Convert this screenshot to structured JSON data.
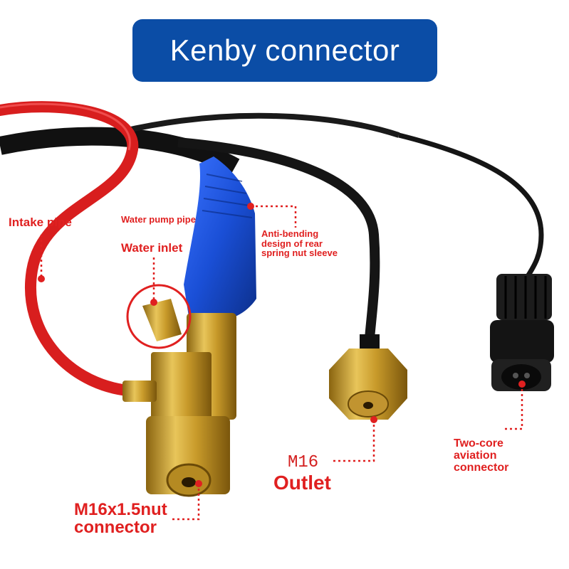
{
  "title": "Kenby connector",
  "labels": {
    "intake_pipe": "Intake pipe",
    "water_pump_pipe": "Water pump pipe",
    "water_inlet": "Water inlet",
    "anti_bending_lines": [
      "Anti-bending",
      "design of rear",
      "spring nut sleeve"
    ],
    "two_core_lines": [
      "Two-core",
      "aviation",
      "connector"
    ],
    "m16": "M16",
    "outlet": "Outlet",
    "nut_lines": [
      "M16x1.5nut",
      "connector"
    ]
  },
  "colors": {
    "title_bg": "#0b4da6",
    "label_red": "#e02020",
    "hose_red": "#d81e1e",
    "sleeve_blue": "#1a4fd6",
    "brass": "#c89a2a",
    "cable_black": "#111111"
  }
}
